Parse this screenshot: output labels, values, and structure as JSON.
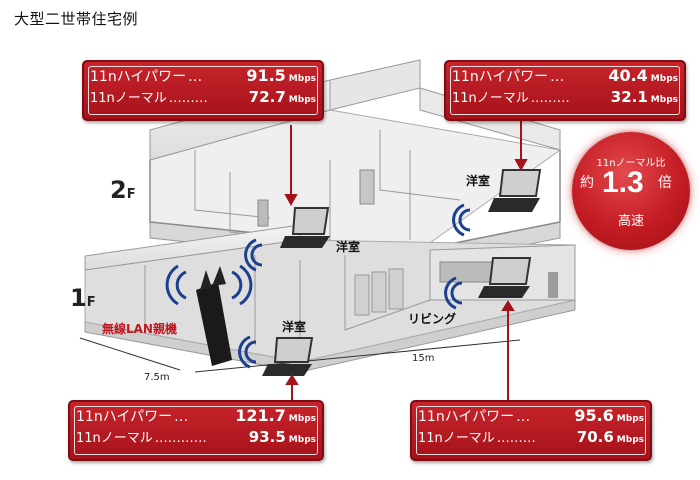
{
  "title": "大型二世帯住宅例",
  "callouts": {
    "top_left": {
      "label1": "11nハイパワー",
      "dots1": "…",
      "val1": "91.5",
      "label2": "11nノーマル",
      "dots2": "………",
      "val2": "72.7"
    },
    "top_right": {
      "label1": "11nハイパワー",
      "dots1": "…",
      "val1": "40.4",
      "label2": "11nノーマル",
      "dots2": "………",
      "val2": "32.1"
    },
    "bottom_left": {
      "label1": "11nハイパワー",
      "dots1": "…",
      "val1": "121.7",
      "label2": "11nノーマル",
      "dots2": "…………",
      "val2": "93.5"
    },
    "bottom_right": {
      "label1": "11nハイパワー",
      "dots1": "…",
      "val1": "95.6",
      "label2": "11nノーマル",
      "dots2": "………",
      "val2": "70.6"
    },
    "unit": "Mbps"
  },
  "badge": {
    "line1": "11nノーマル比",
    "prefix": "約",
    "value": "1.3",
    "suffix": "倍",
    "line3": "高速"
  },
  "floors": {
    "second_num": "2",
    "second_sub": "F",
    "first_num": "1",
    "first_sub": "F"
  },
  "rooms": {
    "western_upper": "洋室",
    "western_2f": "洋室",
    "western_1f": "洋室",
    "living": "リビング"
  },
  "router_label": "無線LAN親機",
  "dimensions": {
    "width": "7.5m",
    "length": "15m"
  },
  "colors": {
    "callout_red": "#b81c23",
    "callout_border": "#7c0d12",
    "wave_blue": "#1d3f8f"
  }
}
